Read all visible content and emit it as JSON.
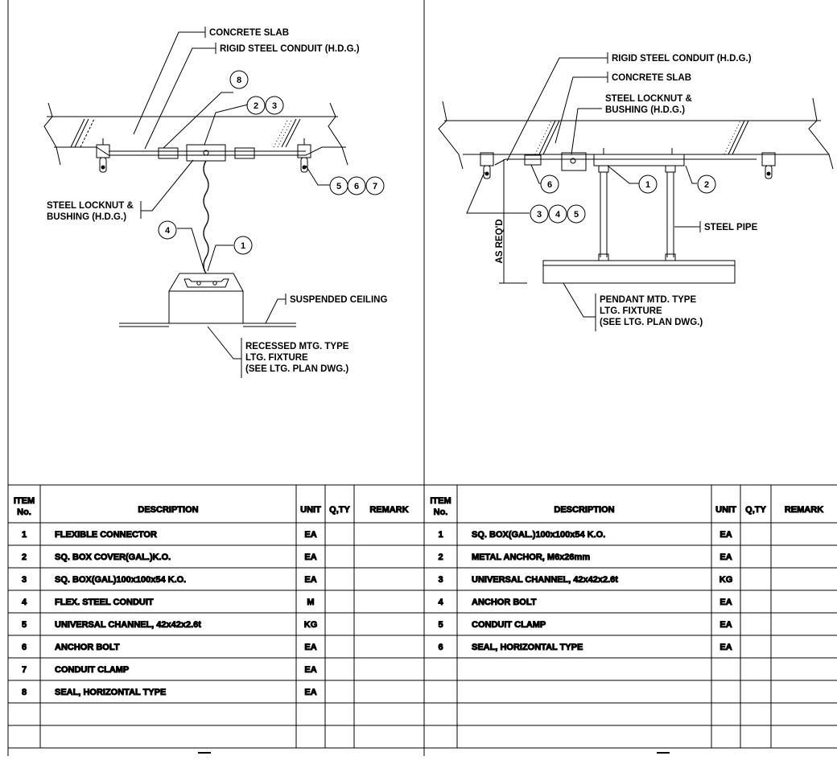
{
  "left_detail": {
    "labels": {
      "concrete_slab": "CONCRETE SLAB",
      "rigid_conduit": "RIGID STEEL CONDUIT (H.D.G.)",
      "locknut_1": "STEEL LOCKNUT &",
      "locknut_2": "BUSHING (H.D.G.)",
      "suspended_ceiling": "SUSPENDED CEILING",
      "fixture_1": "RECESSED MTG. TYPE",
      "fixture_2": "LTG. FIXTURE",
      "fixture_3": "(SEE LTG. PLAN DWG.)"
    },
    "callouts": [
      "8",
      "2",
      "3",
      "5",
      "6",
      "7",
      "4",
      "1"
    ]
  },
  "right_detail": {
    "labels": {
      "rigid_conduit": "RIGID STEEL CONDUIT (H.D.G.)",
      "concrete_slab": "CONCRETE SLAB",
      "locknut_1": "STEEL LOCKNUT &",
      "locknut_2": "BUSHING (H.D.G.)",
      "steel_pipe": "STEEL PIPE",
      "as_reqd": "AS REQ'D",
      "fixture_1": "PENDANT MTD. TYPE",
      "fixture_2": "LTG. FIXTURE",
      "fixture_3": "(SEE LTG. PLAN DWG.)"
    },
    "callouts": [
      "6",
      "1",
      "2",
      "3",
      "4",
      "5"
    ]
  },
  "tables": {
    "headers": {
      "item_1": "ITEM",
      "item_2": "No.",
      "description": "DESCRIPTION",
      "unit": "UNIT",
      "qty": "Q,TY",
      "remark": "REMARK"
    },
    "left": [
      {
        "no": "1",
        "desc": "FLEXIBLE CONNECTOR",
        "unit": "EA"
      },
      {
        "no": "2",
        "desc": "SQ. BOX COVER(GAL.)K.O.",
        "unit": "EA"
      },
      {
        "no": "3",
        "desc": "SQ. BOX(GAL)100x100x54 K.O.",
        "unit": "EA"
      },
      {
        "no": "4",
        "desc": "FLEX. STEEL CONDUIT",
        "unit": "M"
      },
      {
        "no": "5",
        "desc": "UNIVERSAL CHANNEL, 42x42x2.6t",
        "unit": "KG"
      },
      {
        "no": "6",
        "desc": "ANCHOR BOLT",
        "unit": "EA"
      },
      {
        "no": "7",
        "desc": "CONDUIT CLAMP",
        "unit": "EA"
      },
      {
        "no": "8",
        "desc": "SEAL, HORIZONTAL TYPE",
        "unit": "EA"
      },
      {
        "no": "",
        "desc": "",
        "unit": ""
      },
      {
        "no": "",
        "desc": "",
        "unit": ""
      }
    ],
    "right": [
      {
        "no": "1",
        "desc": "SQ. BOX(GAL.)100x100x54 K.O.",
        "unit": "EA"
      },
      {
        "no": "2",
        "desc": "METAL ANCHOR, M6x26mm",
        "unit": "EA"
      },
      {
        "no": "3",
        "desc": "UNIVERSAL CHANNEL, 42x42x2.6t",
        "unit": "KG"
      },
      {
        "no": "4",
        "desc": "ANCHOR BOLT",
        "unit": "EA"
      },
      {
        "no": "5",
        "desc": "CONDUIT CLAMP",
        "unit": "EA"
      },
      {
        "no": "6",
        "desc": "SEAL, HORIZONTAL TYPE",
        "unit": "EA"
      },
      {
        "no": "",
        "desc": "",
        "unit": ""
      },
      {
        "no": "",
        "desc": "",
        "unit": ""
      },
      {
        "no": "",
        "desc": "",
        "unit": ""
      },
      {
        "no": "",
        "desc": "",
        "unit": ""
      }
    ]
  }
}
